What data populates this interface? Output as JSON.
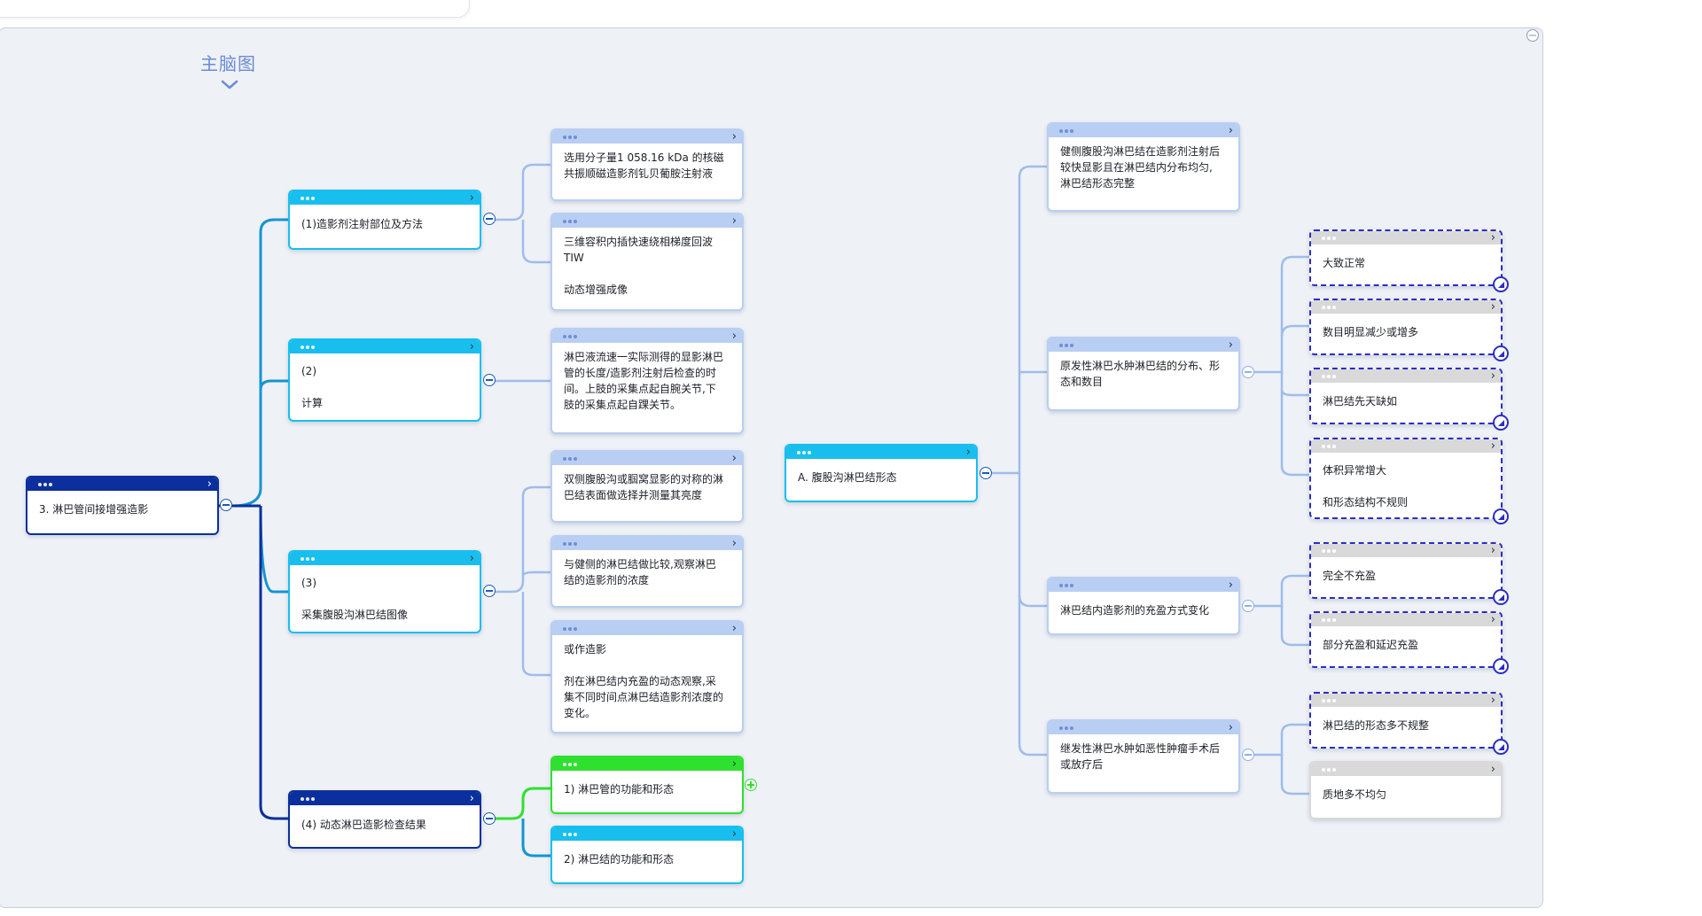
{
  "header": {
    "main_title": "主脑图"
  },
  "colors": {
    "canvas": "#eef1f6",
    "cyan": "#18bfee",
    "navy": "#0b2f9c",
    "light_blue": "#b9cef3",
    "green": "#2ee12e",
    "dashed_purple": "#2b2ec4",
    "gray": "#d9d9d9"
  },
  "icons": {
    "node_menu": "three-dots-icon",
    "node_expand": "chevron-right-icon",
    "collapse": "minus-circle-icon",
    "expand": "plus-circle-icon",
    "badge": "triangle-badge-icon"
  },
  "nodes": {
    "root": "3. 淋巴管间接增强造影",
    "b1": "(1)造影剂注射部位及方法",
    "b1c1": "选用分子量1 058.16 kDa 的核磁\n共振顺磁造影剂钆贝葡胺注射液",
    "b1c2": "三维容积内插快速绕相梯度回波\nTIW\n\n动态增强成像",
    "b2": "(2)\n\n计算",
    "b2c1": "淋巴液流速一实际测得的显影淋巴\n管的长度/造影剂注射后检查的时\n间。上肢的采集点起自腕关节,下\n肢的采集点起自踝关节。",
    "b3": "(3)\n\n采集腹股沟淋巴结图像",
    "b3c1": "双侧腹股沟或腘窝显影的对称的淋\n巴结表面做选择并测量其亮度",
    "b3c2": "与健侧的淋巴结做比较,观察淋巴\n结的造影剂的浓度",
    "b3c3": "或作造影\n\n剂在淋巴结内充盈的动态观察,采\n集不同时间点淋巴结造影剂浓度的\n变化。",
    "b4": "(4) 动态淋巴造影检查结果",
    "b4c1": "1) 淋巴管的功能和形态",
    "b4c2": "2) 淋巴结的功能和形态",
    "A": "A. 腹股沟淋巴结形态",
    "A1": "健侧腹股沟淋巴结在造影剂注射后\n较快显影且在淋巴结内分布均匀,\n淋巴结形态完整",
    "A2": "原发性淋巴水肿淋巴结的分布、形\n态和数目",
    "A2c1": "大致正常",
    "A2c2": "数目明显减少或增多",
    "A2c3": "淋巴结先天缺如",
    "A2c4": "体积异常增大\n\n和形态结构不规则",
    "A3": "淋巴结内造影剂的充盈方式变化",
    "A3c1": "完全不充盈",
    "A3c2": "部分充盈和延迟充盈",
    "A4": "继发性淋巴水肿如恶性肿瘤手术后\n或放疗后",
    "A4c1": "淋巴结的形态多不规整",
    "A4c2": "质地多不均匀"
  }
}
